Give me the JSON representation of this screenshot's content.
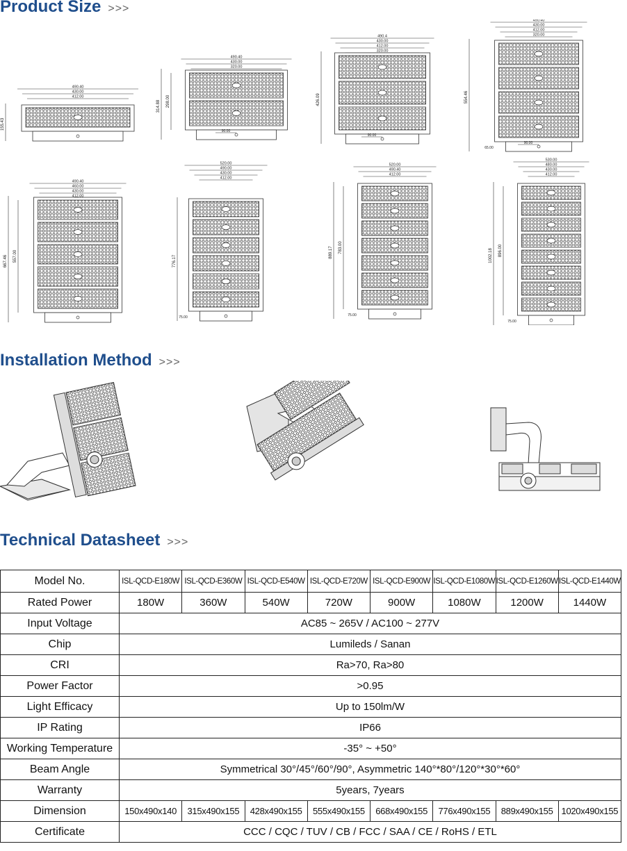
{
  "sections": {
    "product_size": {
      "title": "Product Size",
      "arrows": ">>>"
    },
    "installation": {
      "title": "Installation Method",
      "arrows": ">>>"
    },
    "datasheet": {
      "title": "Technical Datasheet",
      "arrows": ">>>"
    }
  },
  "drawings_row1": [
    {
      "widths": [
        "490.40",
        "430.00",
        "412.00"
      ],
      "height": "155.43",
      "bracket": ""
    },
    {
      "widths": [
        "490.40",
        "430.00",
        "320.00"
      ],
      "height": "314.88",
      "inner": "298.00",
      "bracket": "90.00"
    },
    {
      "widths": [
        "490.4",
        "430.00",
        "412.00",
        "320.00"
      ],
      "height": "426.09",
      "bracket": "90.00"
    },
    {
      "widths": [
        "490.40",
        "430.00",
        "412.00",
        "320.00"
      ],
      "height": "554.46",
      "bracket": "90.00",
      "offset": "65.00"
    }
  ],
  "drawings_row2": [
    {
      "widths": [
        "490.40",
        "460.00",
        "430.00",
        "412.00"
      ],
      "height": "667.46",
      "inner": "557.00"
    },
    {
      "widths": [
        "520.00",
        "490.00",
        "430.00",
        "412.00"
      ],
      "height": "776.17",
      "offset": "75.00"
    },
    {
      "widths": [
        "520.00",
        "490.40",
        "412.00"
      ],
      "height": "889.17",
      "inner": "783.00",
      "offset": "75.00"
    },
    {
      "widths": [
        "530.00",
        "480.00",
        "430.00",
        "412.00"
      ],
      "height": "1002.18",
      "inner": "896.00",
      "offset": "75.00"
    }
  ],
  "datasheet": {
    "model_label": "Model No.",
    "models": [
      "ISL-QCD-E180W",
      "ISL-QCD-E360W",
      "ISL-QCD-E540W",
      "ISL-QCD-E720W",
      "ISL-QCD-E900W",
      "ISL-QCD-E1080W",
      "ISL-QCD-E1260W",
      "ISL-QCD-E1440W"
    ],
    "power_label": "Rated Power",
    "powers": [
      "180W",
      "360W",
      "540W",
      "720W",
      "900W",
      "1080W",
      "1200W",
      "1440W"
    ],
    "rows": [
      {
        "label": "Input Voltage",
        "value": "AC85 ~ 265V / AC100 ~ 277V"
      },
      {
        "label": "Chip",
        "value": "Lumileds / Sanan"
      },
      {
        "label": "CRI",
        "value": "Ra>70, Ra>80"
      },
      {
        "label": "Power Factor",
        "value": ">0.95"
      },
      {
        "label": "Light Efficacy",
        "value": "Up to 150lm/W"
      },
      {
        "label": "IP Rating",
        "value": "IP66"
      },
      {
        "label": "Working Temperature",
        "value": "-35° ~ +50°"
      },
      {
        "label": "Beam Angle",
        "value": "Symmetrical 30°/45°/60°/90°, Asymmetric 140°*80°/120°*30°*60°"
      },
      {
        "label": "Warranty",
        "value": "5years, 7years"
      }
    ],
    "dimension_label": "Dimension",
    "dimensions": [
      "150x490x140",
      "315x490x155",
      "428x490x155",
      "555x490x155",
      "668x490x155",
      "776x490x155",
      "889x490x155",
      "1020x490x155"
    ],
    "certificate_label": "Certificate",
    "certificate": "CCC / CQC / TUV / CB / FCC / SAA / CE / RoHS / ETL"
  }
}
